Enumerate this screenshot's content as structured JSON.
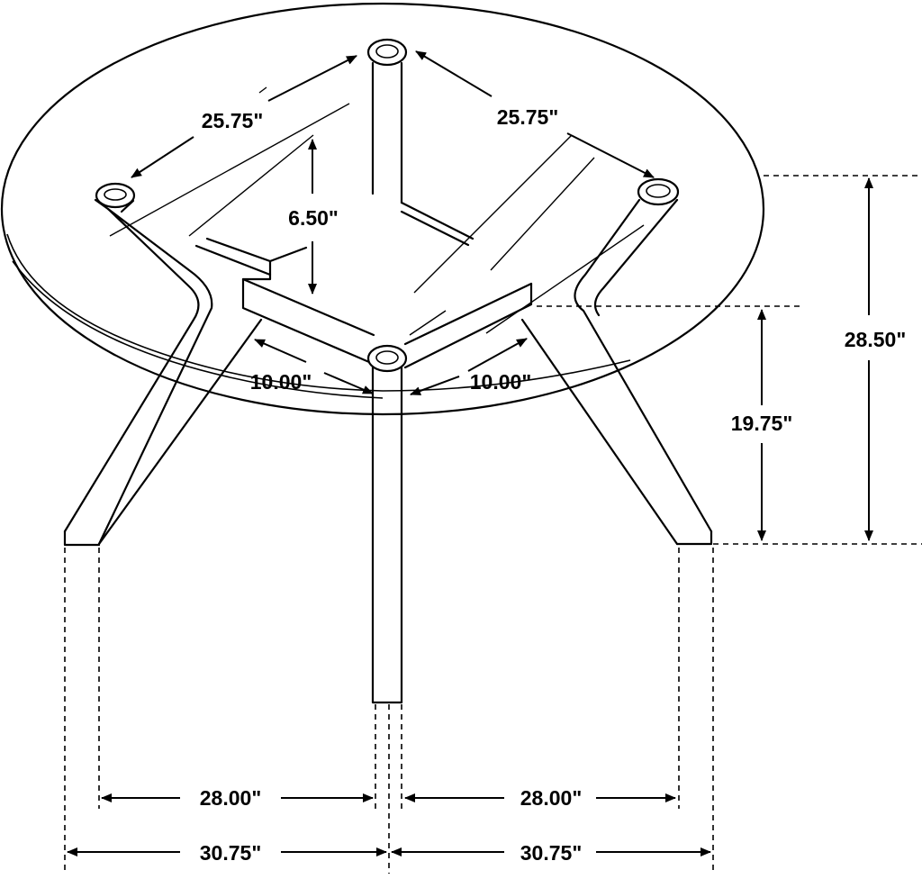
{
  "dimensions": {
    "top_left_span": "25.75\"",
    "top_right_span": "25.75\"",
    "apron_height": "6.50\"",
    "hub_left": "10.00\"",
    "hub_right": "10.00\"",
    "overall_height": "28.50\"",
    "under_top_clearance": "19.75\"",
    "inner_left_span": "28.00\"",
    "inner_right_span": "28.00\"",
    "outer_left_span": "30.75\"",
    "outer_right_span": "30.75\""
  }
}
